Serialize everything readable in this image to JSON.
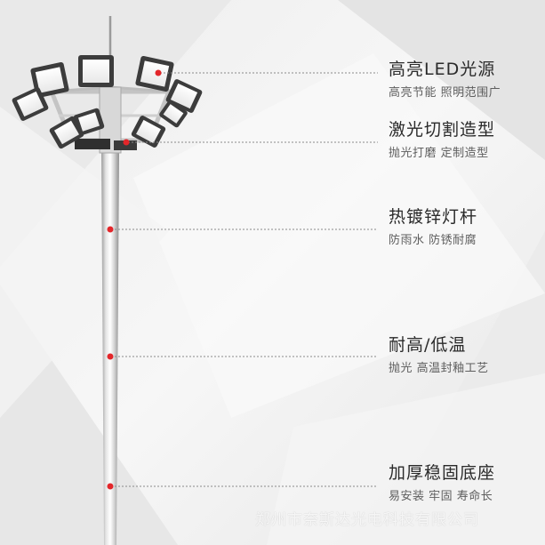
{
  "callouts": [
    {
      "title": "高亮LED光源",
      "subtitle": "高亮节能 照明范围广"
    },
    {
      "title": "激光切割造型",
      "subtitle": "抛光打磨 定制造型"
    },
    {
      "title": "热镀锌灯杆",
      "subtitle": "防雨水 防锈耐腐"
    },
    {
      "title": "耐高/低温",
      "subtitle": "抛光 高温封釉工艺"
    },
    {
      "title": "加厚稳固底座",
      "subtitle": "易安装 牢固 寿命长"
    }
  ],
  "watermark": "郑州市奈斯达光电科技有限公司",
  "colors": {
    "marker_dot": "#e3262a",
    "leader_line": "#8a8a8a",
    "title_text": "#2a2a2a",
    "subtitle_text": "#5e5e5e"
  }
}
